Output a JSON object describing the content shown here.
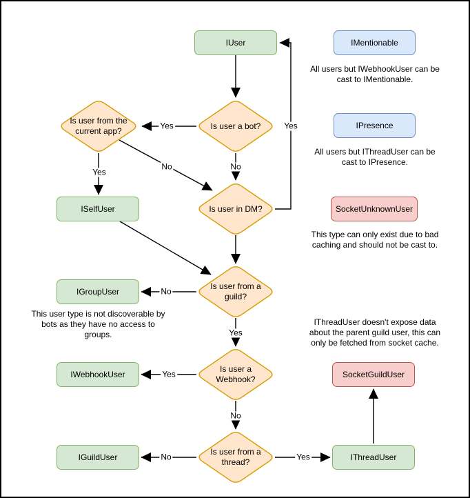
{
  "diagram": {
    "kind": "flowchart",
    "colors": {
      "interface_fill": "#d5e8d4",
      "interface_stroke": "#82b366",
      "decision_fill": "#ffe6cc",
      "decision_stroke": "#d79b00",
      "mixin_fill": "#dae8fc",
      "mixin_stroke": "#6c8ebf",
      "warning_fill": "#f8cecc",
      "warning_stroke": "#b85450",
      "edge": "#000000",
      "text": "#000000",
      "background": "#ffffff",
      "frame_border": "#000000"
    },
    "nodes": {
      "iuser": "IUser",
      "imentionable": "IMentionable",
      "ipresence": "IPresence",
      "socket_unknown_user": "SocketUnknownUser",
      "iselfuser": "ISelfUser",
      "igroupuser": "IGroupUser",
      "iwebhookuser": "IWebhookUser",
      "iguilduser": "IGuildUser",
      "ithreaduser": "IThreadUser",
      "socket_guild_user": "SocketGuildUser"
    },
    "decisions": {
      "is_bot": "Is user a bot?",
      "from_current_app": "Is user from the current app?",
      "in_dm": "Is user in DM?",
      "from_guild": "Is user from a guild?",
      "is_webhook": "Is user a Webhook?",
      "from_thread": "Is user from a thread?"
    },
    "edge_labels": {
      "bot_to_app": "Yes",
      "app_to_self": "Yes",
      "app_to_dm": "No",
      "bot_to_dm": "No",
      "dm_to_iuser": "Yes",
      "guild_to_group": "No",
      "guild_to_webhook": "Yes",
      "webhook_to_iwebhook": "Yes",
      "webhook_to_thread": "No",
      "thread_to_iguild": "No",
      "thread_to_ithread": "Yes"
    },
    "notes": {
      "mentionable": "All users but IWebhookUser can be cast to IMentionable.",
      "presence": "All users but IThreadUser can be cast to IPresence.",
      "unknown_user": "This type can only exist due to bad caching and should not be cast to.",
      "group_user": "This user type is not discoverable by bots as they have no access to groups.",
      "thread_user": "IThreadUser doesn't expose data about the parent guild user, this can only be fetched from socket cache."
    }
  }
}
